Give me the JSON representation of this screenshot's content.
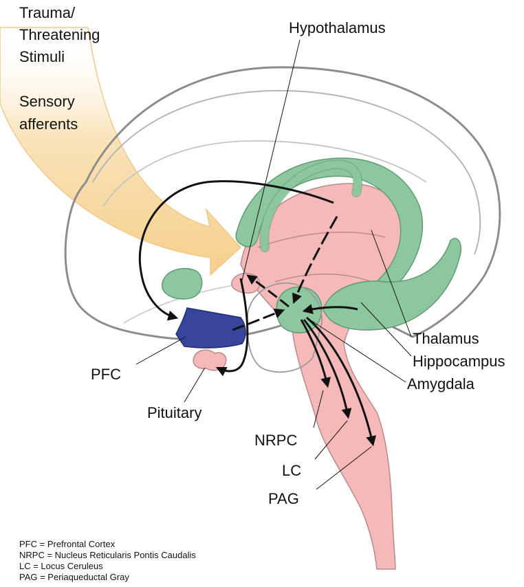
{
  "input_labels": {
    "stimulus_line1": "Trauma/",
    "stimulus_line2": "Threatening",
    "stimulus_line3": "Stimuli",
    "sensory_line1": "Sensory",
    "sensory_line2": "afferents"
  },
  "structure_labels": {
    "hypothalamus": "Hypothalamus",
    "thalamus": "Thalamus",
    "hippocampus": "Hippocampus",
    "amygdala": "Amygdala",
    "pfc": "PFC",
    "pituitary": "Pituitary",
    "nrpc": "NRPC",
    "lc": "LC",
    "pag": "PAG"
  },
  "legend": [
    "PFC = Prefrontal Cortex",
    "NRPC = Nucleus Reticularis Pontis Caudalis",
    "LC = Locus Ceruleus",
    "PAG = Periaqueductal Gray"
  ],
  "colors": {
    "green": "#8cc7a0",
    "green_stroke": "#5f9a72",
    "pink": "#f5b9b9",
    "pink_stroke": "#b98a8a",
    "pfc_blue": "#37459c",
    "arrow_yellow": "#f7d9a2",
    "outline_gray": "#8c8c8c"
  }
}
